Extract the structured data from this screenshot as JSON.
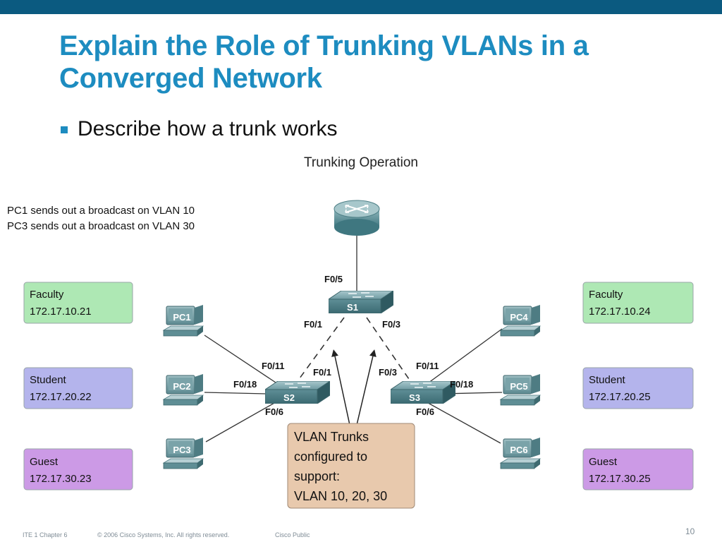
{
  "slide": {
    "title_line1": "Explain the Role of Trunking VLANs in a",
    "title_line2": "Converged Network",
    "bullet": "Describe how a trunk works",
    "accent_color": "#1d8cc0",
    "bar_color": "#0b5a80"
  },
  "diagram": {
    "title": "Trunking Operation",
    "notes": [
      "PC1 sends out a broadcast on VLAN 10",
      "PC3 sends out a broadcast on VLAN 30"
    ],
    "router": {
      "icon": "router-icon"
    },
    "switches": {
      "s1": "S1",
      "s2": "S2",
      "s3": "S3",
      "icon": "switch-icon"
    },
    "pcs": {
      "pc1": "PC1",
      "pc2": "PC2",
      "pc3": "PC3",
      "pc4": "PC4",
      "pc5": "PC5",
      "pc6": "PC6",
      "icon": "pc-icon"
    },
    "ports": {
      "s1_up": "F0/5",
      "s1_left": "F0/1",
      "s1_right": "F0/3",
      "s2_f011": "F0/11",
      "s2_f018": "F0/18",
      "s2_f01": "F0/1",
      "s2_f06": "F0/6",
      "s3_f03": "F0/3",
      "s3_f011": "F0/11",
      "s3_f018": "F0/18",
      "s3_f06": "F0/6"
    },
    "left_boxes": [
      {
        "name": "Faculty",
        "ip": "172.17.10.21",
        "color": "#aee8b4"
      },
      {
        "name": "Student",
        "ip": "172.17.20.22",
        "color": "#b4b4ec"
      },
      {
        "name": "Guest",
        "ip": "172.17.30.23",
        "color": "#cc9ae6"
      }
    ],
    "right_boxes": [
      {
        "name": "Faculty",
        "ip": "172.17.10.24",
        "color": "#aee8b4"
      },
      {
        "name": "Student",
        "ip": "172.17.20.25",
        "color": "#b4b4ec"
      },
      {
        "name": "Guest",
        "ip": "172.17.30.25",
        "color": "#cc9ae6"
      }
    ],
    "callout": {
      "lines": [
        "VLAN Trunks",
        "configured to",
        "support:",
        "VLAN 10, 20, 30"
      ],
      "color": "#e8c9ad"
    }
  },
  "footer": {
    "course": "ITE 1 Chapter 6",
    "copyright": "© 2006 Cisco Systems, Inc. All rights reserved.",
    "classification": "Cisco Public",
    "page_number": "10"
  }
}
